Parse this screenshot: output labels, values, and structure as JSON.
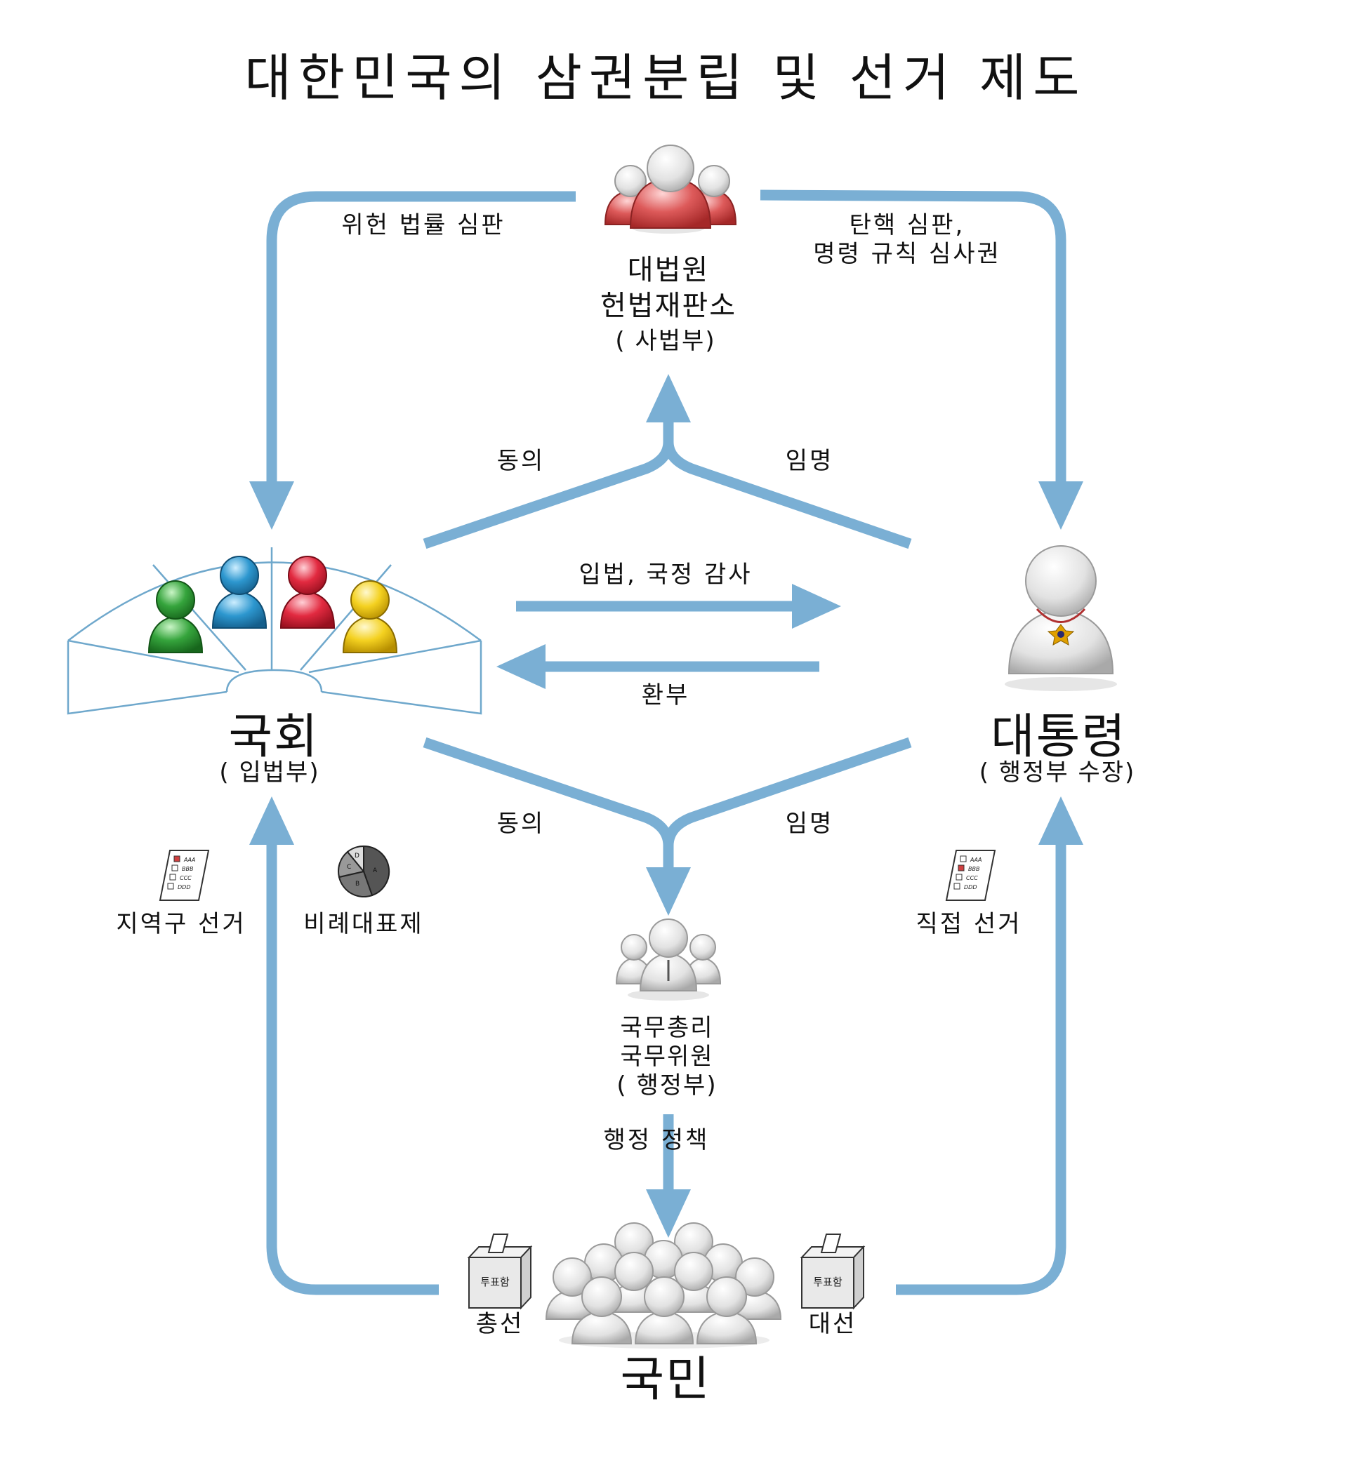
{
  "title": "대한민국의 삼권분립 및 선거 제도",
  "nodes": {
    "judiciary": {
      "line1": "대법원",
      "line2": "헌법재판소",
      "sub": "( 사법부)"
    },
    "legislature": {
      "name": "국회",
      "sub": "( 입법부)"
    },
    "president": {
      "name": "대통령",
      "sub": "( 행정부 수장)"
    },
    "executive": {
      "line1": "국무총리",
      "line2": "국무위원",
      "sub": "( 행정부)"
    },
    "people": {
      "name": "국민"
    }
  },
  "edges": {
    "unconstitutional_review": "위헌 법률 심판",
    "impeachment_1": "탄핵 심판,",
    "impeachment_2": "명령 규칙 심사권",
    "consent_top": "동의",
    "appoint_top": "임명",
    "legislation_audit": "입법,  국정 감사",
    "veto": "환부",
    "consent_bottom": "동의",
    "appoint_bottom": "임명",
    "administration": "행정   정책"
  },
  "elections": {
    "district": "지역구 선거",
    "proportional": "비례대표제",
    "direct": "직접 선거",
    "general": "총선",
    "presidential": "대선",
    "ballot_box_label": "투표함",
    "ballot_options": [
      "AAA",
      "BBB",
      "CCC",
      "DDD"
    ],
    "pie_labels": [
      "A",
      "B",
      "C",
      "D"
    ]
  },
  "colors": {
    "arrow": "#7aafd4",
    "red_figure": "#d24040",
    "green_figure": "#2e9a3a",
    "blue_figure": "#2a8fc8",
    "ruby_figure": "#e0283e",
    "yellow_figure": "#f2cc1a",
    "gray_figure": "#d8d8d8"
  }
}
